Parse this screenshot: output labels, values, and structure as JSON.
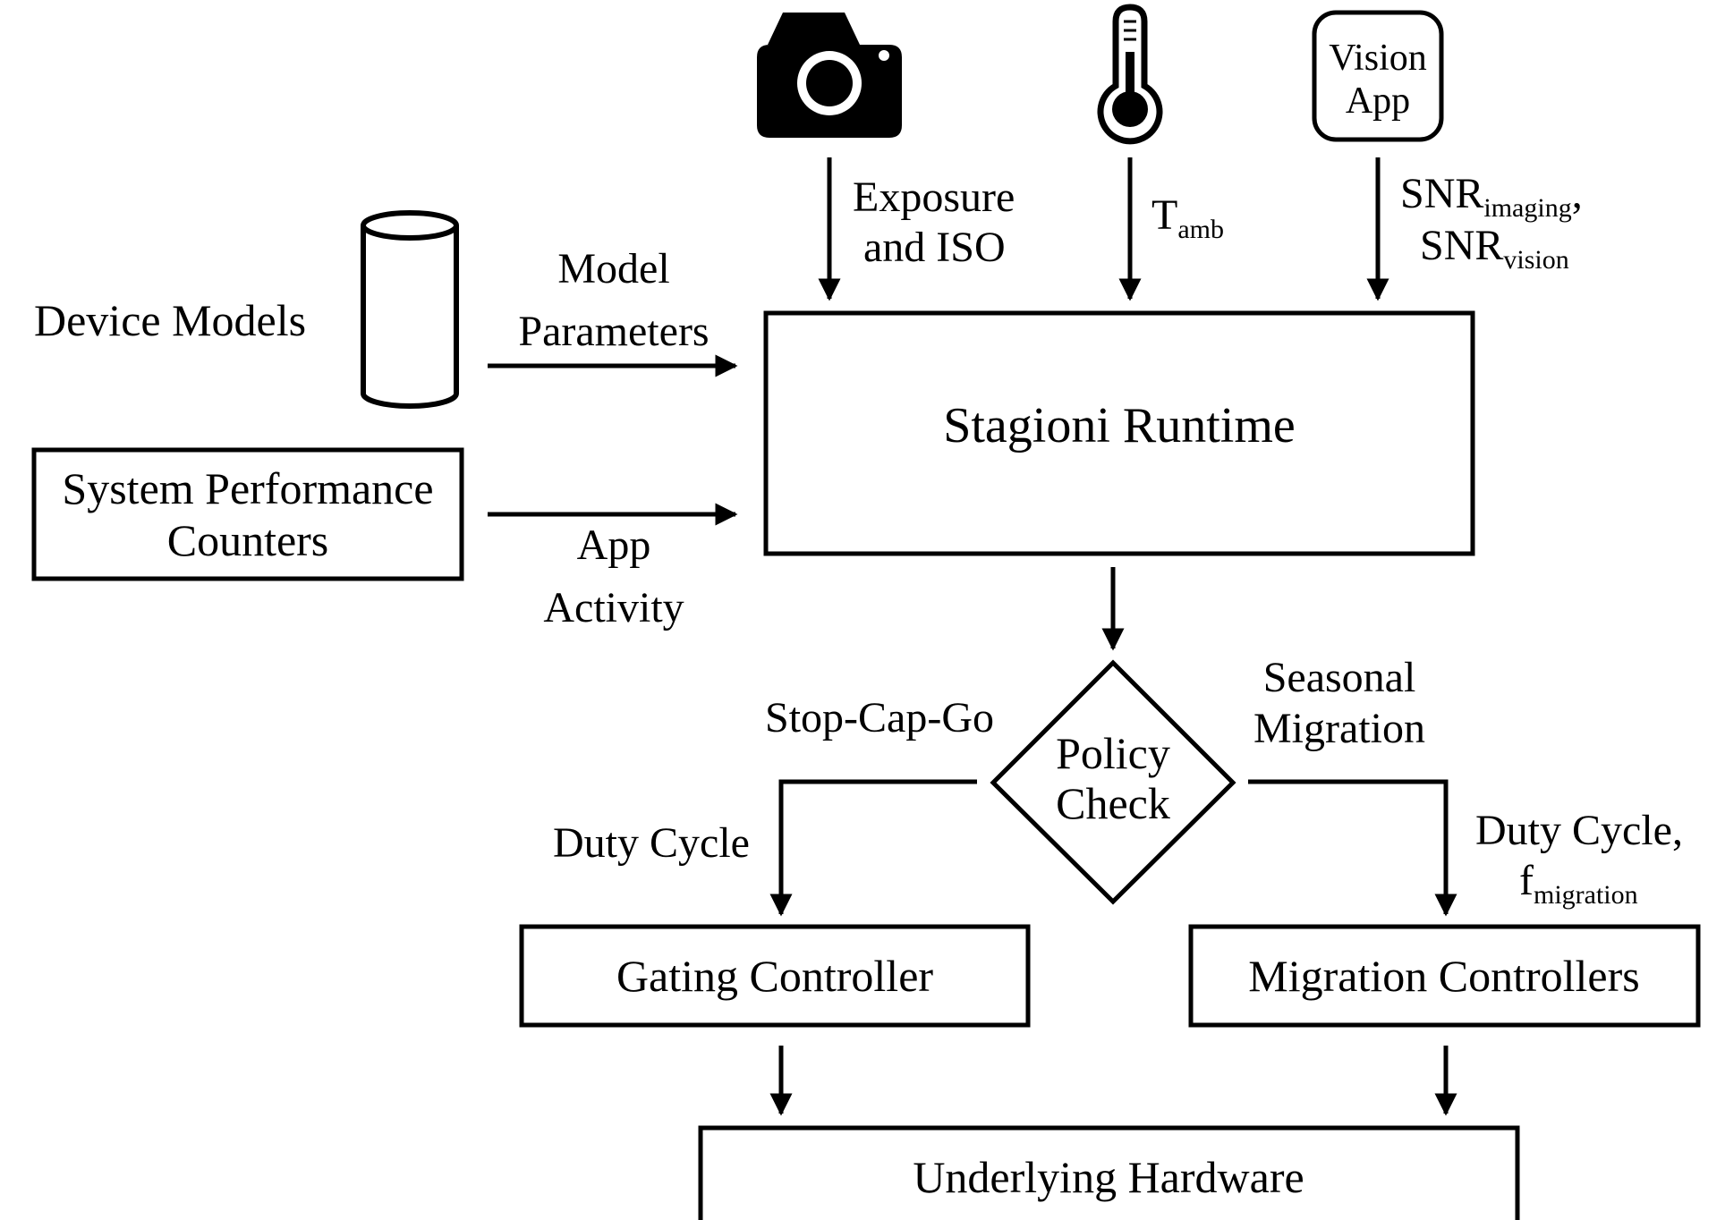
{
  "nodes": {
    "device_models": "Device Models",
    "system_counters": [
      "System Performance",
      "Counters"
    ],
    "vision_app": [
      "Vision",
      "App"
    ],
    "runtime": "Stagioni Runtime",
    "policy_check": [
      "Policy",
      "Check"
    ],
    "gating_controller": "Gating Controller",
    "migration_controllers": "Migration Controllers",
    "underlying_hardware": "Underlying Hardware"
  },
  "edges": {
    "model_parameters": [
      "Model",
      "Parameters"
    ],
    "app_activity": [
      "App",
      "Activity"
    ],
    "exposure_iso": [
      "Exposure",
      "and ISO"
    ],
    "t_amb": {
      "base": "T",
      "sub": "amb"
    },
    "snr": {
      "line1_base": "SNR",
      "line1_sub": "imaging",
      "line1_tail": ",",
      "line2_base": "SNR",
      "line2_sub": "vision"
    },
    "stop_cap_go": "Stop-Cap-Go",
    "seasonal_migration": [
      "Seasonal",
      "Migration"
    ],
    "duty_cycle_left": "Duty Cycle",
    "duty_cycle_right": "Duty Cycle,",
    "f_migration": {
      "base": "f",
      "sub": "migration"
    }
  },
  "icons": {
    "camera": "camera-icon",
    "thermometer": "thermometer-icon",
    "database": "database-cylinder-icon"
  }
}
